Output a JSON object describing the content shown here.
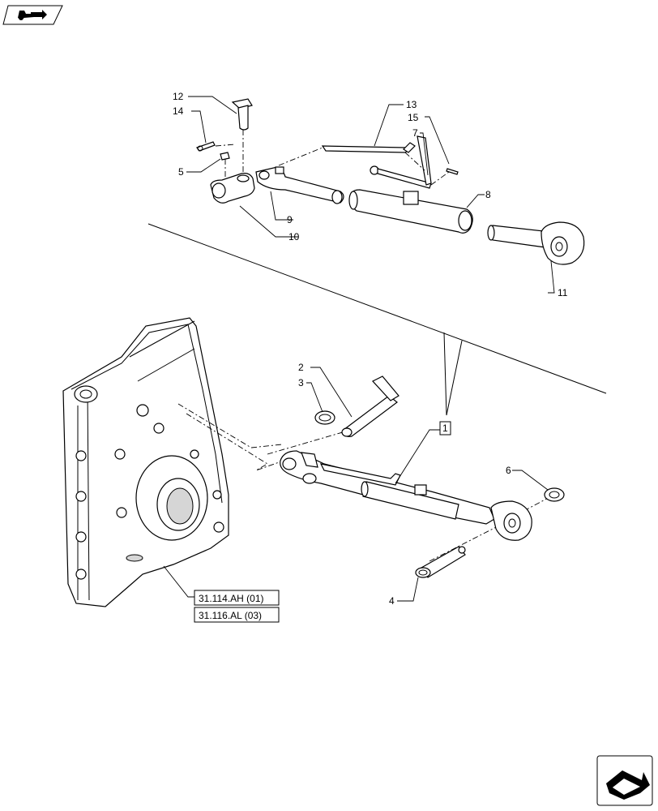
{
  "callouts": {
    "c1": "1",
    "c2": "2",
    "c3": "3",
    "c4": "4",
    "c5": "5",
    "c6": "6",
    "c7": "7",
    "c8": "8",
    "c9": "9",
    "c10": "10",
    "c11": "11",
    "c12": "12",
    "c13": "13",
    "c14": "14",
    "c15": "15"
  },
  "references": {
    "ref1": "31.114.AH (01)",
    "ref2": "31.116.AL (03)"
  },
  "icons": {
    "top_left": "tractor-book-icon",
    "bottom_right": "previous-page-arrow-icon"
  }
}
